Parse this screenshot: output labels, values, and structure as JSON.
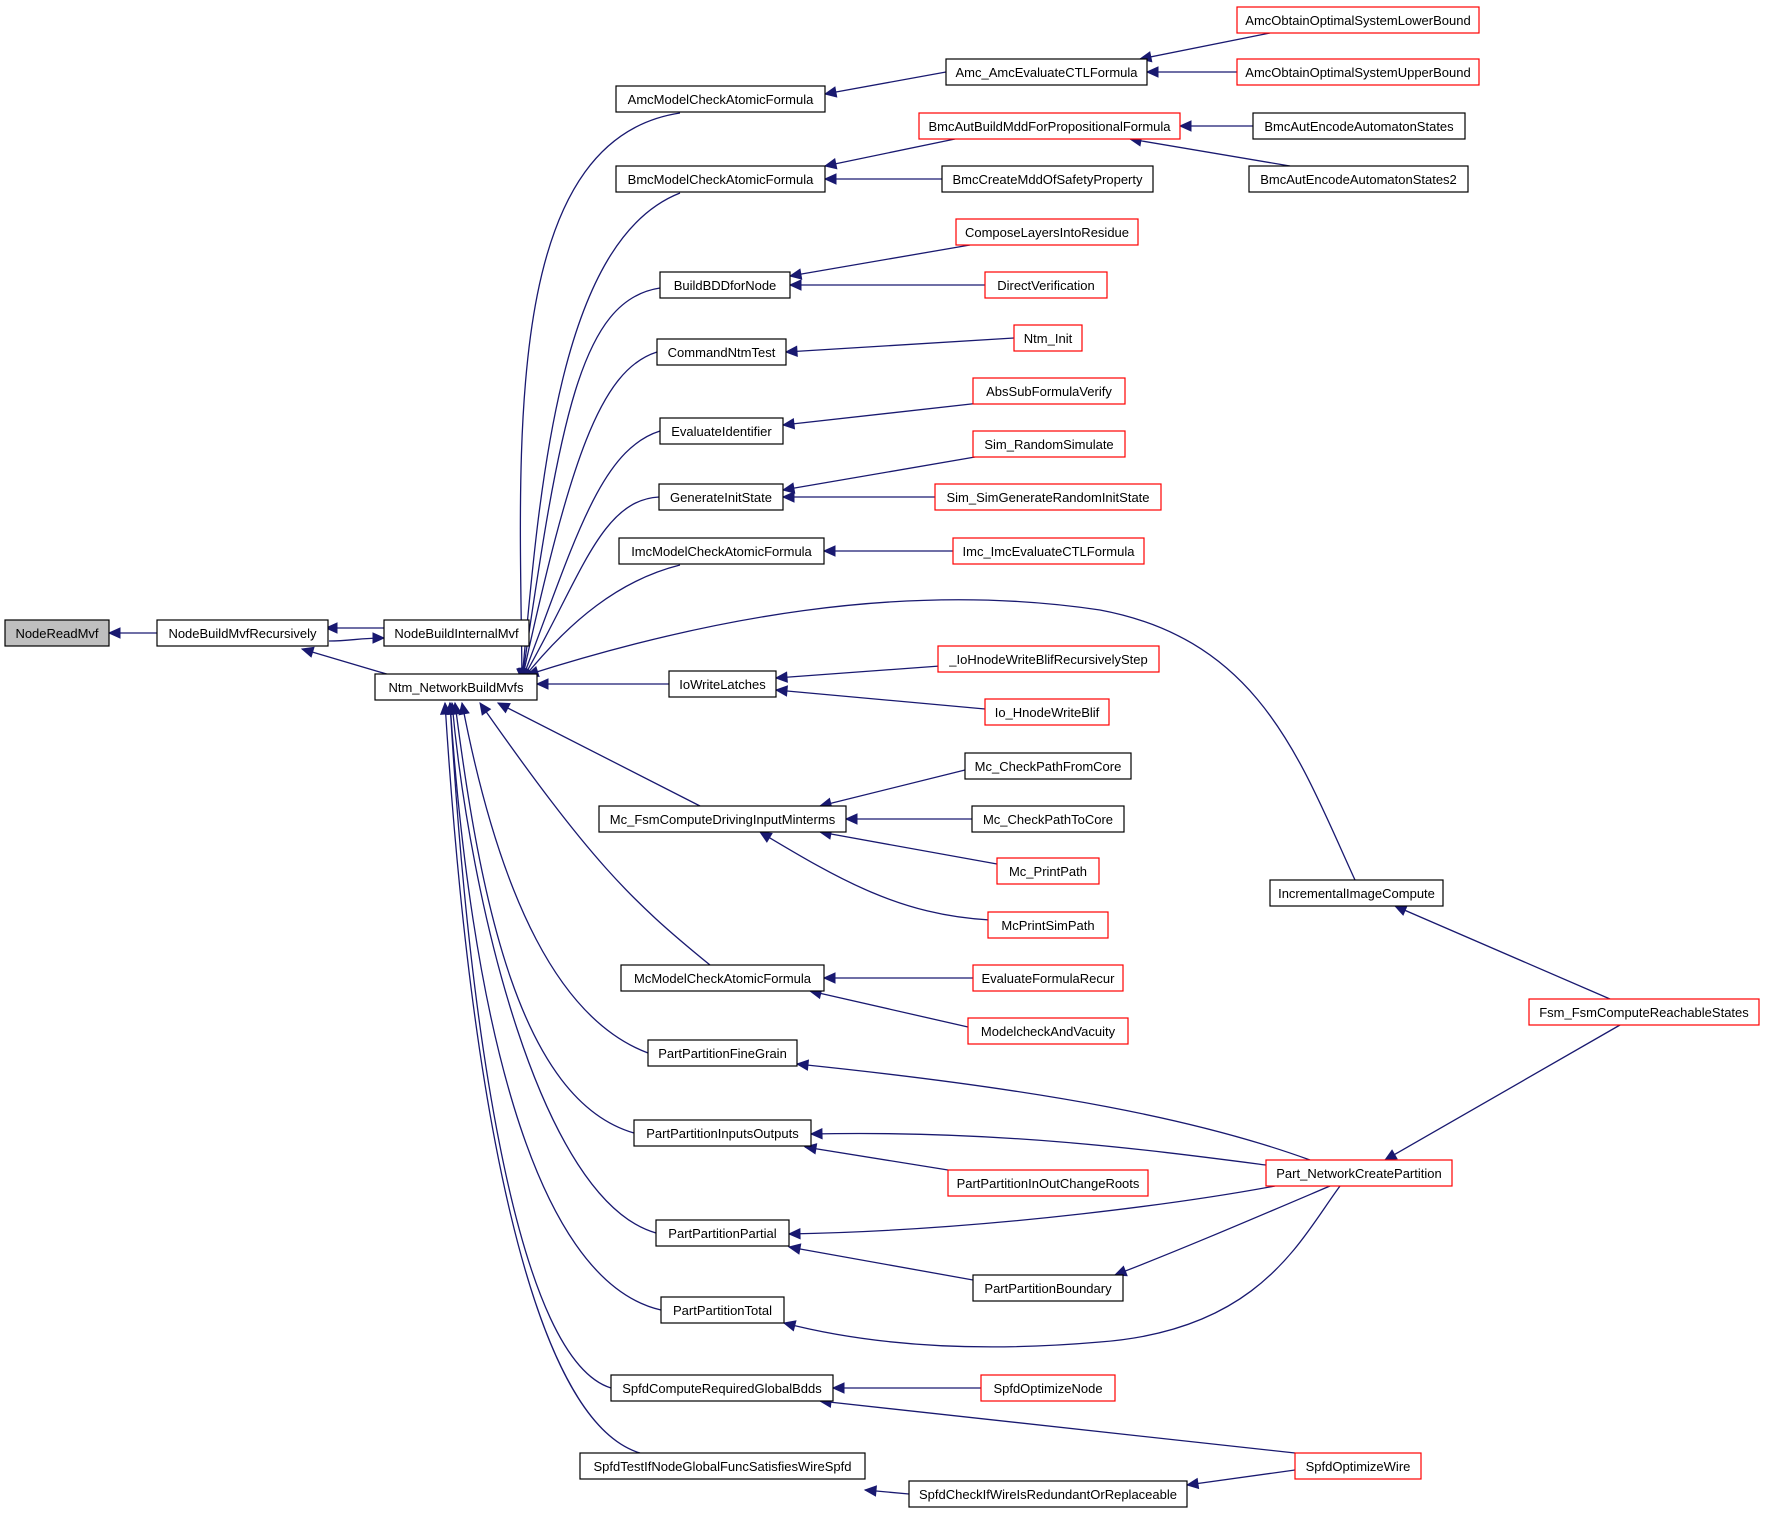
{
  "diagram": {
    "colors": {
      "edge": "#191970",
      "normal_border": "#000000",
      "truncated_border": "#ff0000",
      "root_fill": "#bfbfbf"
    },
    "nodes": [
      {
        "id": "n0",
        "label": "NodeReadMvf",
        "style": "root"
      },
      {
        "id": "n1",
        "label": "NodeBuildMvfRecursively",
        "style": "normal"
      },
      {
        "id": "n2",
        "label": "NodeBuildInternalMvf",
        "style": "normal"
      },
      {
        "id": "n3",
        "label": "Ntm_NetworkBuildMvfs",
        "style": "normal"
      },
      {
        "id": "n4",
        "label": "AmcModelCheckAtomicFormula",
        "style": "normal"
      },
      {
        "id": "n5",
        "label": "Amc_AmcEvaluateCTLFormula",
        "style": "normal"
      },
      {
        "id": "n6",
        "label": "AmcObtainOptimalSystemLowerBound",
        "style": "truncated"
      },
      {
        "id": "n7",
        "label": "AmcObtainOptimalSystemUpperBound",
        "style": "truncated"
      },
      {
        "id": "n8",
        "label": "BmcModelCheckAtomicFormula",
        "style": "normal"
      },
      {
        "id": "n9",
        "label": "BmcAutBuildMddForPropositionalFormula",
        "style": "truncated"
      },
      {
        "id": "n10",
        "label": "BmcAutEncodeAutomatonStates",
        "style": "normal"
      },
      {
        "id": "n11",
        "label": "BmcAutEncodeAutomatonStates2",
        "style": "normal"
      },
      {
        "id": "n12",
        "label": "BmcCreateMddOfSafetyProperty",
        "style": "normal"
      },
      {
        "id": "n13",
        "label": "BuildBDDforNode",
        "style": "normal"
      },
      {
        "id": "n14",
        "label": "ComposeLayersIntoResidue",
        "style": "truncated"
      },
      {
        "id": "n15",
        "label": "DirectVerification",
        "style": "truncated"
      },
      {
        "id": "n16",
        "label": "CommandNtmTest",
        "style": "normal"
      },
      {
        "id": "n17",
        "label": "Ntm_Init",
        "style": "truncated"
      },
      {
        "id": "n18",
        "label": "EvaluateIdentifier",
        "style": "normal"
      },
      {
        "id": "n19",
        "label": "AbsSubFormulaVerify",
        "style": "truncated"
      },
      {
        "id": "n20",
        "label": "GenerateInitState",
        "style": "normal"
      },
      {
        "id": "n21",
        "label": "Sim_RandomSimulate",
        "style": "truncated"
      },
      {
        "id": "n22",
        "label": "Sim_SimGenerateRandomInitState",
        "style": "truncated"
      },
      {
        "id": "n23",
        "label": "ImcModelCheckAtomicFormula",
        "style": "normal"
      },
      {
        "id": "n24",
        "label": "Imc_ImcEvaluateCTLFormula",
        "style": "truncated"
      },
      {
        "id": "n25",
        "label": "IncrementalImageCompute",
        "style": "normal"
      },
      {
        "id": "n26",
        "label": "Fsm_FsmComputeReachableStates",
        "style": "truncated"
      },
      {
        "id": "n27",
        "label": "IoWriteLatches",
        "style": "normal"
      },
      {
        "id": "n28",
        "label": "_IoHnodeWriteBlifRecursivelyStep",
        "style": "truncated"
      },
      {
        "id": "n29",
        "label": "Io_HnodeWriteBlif",
        "style": "truncated"
      },
      {
        "id": "n30",
        "label": "Mc_FsmComputeDrivingInputMinterms",
        "style": "normal"
      },
      {
        "id": "n31",
        "label": "Mc_CheckPathFromCore",
        "style": "normal"
      },
      {
        "id": "n32",
        "label": "Mc_CheckPathToCore",
        "style": "normal"
      },
      {
        "id": "n33",
        "label": "Mc_PrintPath",
        "style": "truncated"
      },
      {
        "id": "n34",
        "label": "McPrintSimPath",
        "style": "truncated"
      },
      {
        "id": "n35",
        "label": "McModelCheckAtomicFormula",
        "style": "normal"
      },
      {
        "id": "n36",
        "label": "EvaluateFormulaRecur",
        "style": "truncated"
      },
      {
        "id": "n37",
        "label": "ModelcheckAndVacuity",
        "style": "truncated"
      },
      {
        "id": "n38",
        "label": "PartPartitionFineGrain",
        "style": "normal"
      },
      {
        "id": "n39",
        "label": "Part_NetworkCreatePartition",
        "style": "truncated"
      },
      {
        "id": "n40",
        "label": "PartPartitionInputsOutputs",
        "style": "normal"
      },
      {
        "id": "n41",
        "label": "PartPartitionInOutChangeRoots",
        "style": "truncated"
      },
      {
        "id": "n42",
        "label": "PartPartitionPartial",
        "style": "normal"
      },
      {
        "id": "n43",
        "label": "PartPartitionBoundary",
        "style": "normal"
      },
      {
        "id": "n44",
        "label": "PartPartitionTotal",
        "style": "normal"
      },
      {
        "id": "n45",
        "label": "SpfdComputeRequiredGlobalBdds",
        "style": "normal"
      },
      {
        "id": "n46",
        "label": "SpfdOptimizeNode",
        "style": "truncated"
      },
      {
        "id": "n47",
        "label": "SpfdOptimizeWire",
        "style": "truncated"
      },
      {
        "id": "n48",
        "label": "SpfdTestIfNodeGlobalFuncSatisfiesWireSpfd",
        "style": "normal"
      },
      {
        "id": "n49",
        "label": "SpfdCheckIfWireIsRedundantOrReplaceable",
        "style": "normal"
      }
    ],
    "edges": [
      {
        "from": "n1",
        "to": "n0"
      },
      {
        "from": "n2",
        "to": "n1"
      },
      {
        "from": "n1",
        "to": "n2"
      },
      {
        "from": "n3",
        "to": "n1"
      },
      {
        "from": "n4",
        "to": "n3"
      },
      {
        "from": "n5",
        "to": "n4"
      },
      {
        "from": "n6",
        "to": "n5"
      },
      {
        "from": "n7",
        "to": "n5"
      },
      {
        "from": "n8",
        "to": "n3"
      },
      {
        "from": "n9",
        "to": "n8"
      },
      {
        "from": "n10",
        "to": "n9"
      },
      {
        "from": "n11",
        "to": "n9"
      },
      {
        "from": "n12",
        "to": "n8"
      },
      {
        "from": "n13",
        "to": "n3"
      },
      {
        "from": "n14",
        "to": "n13"
      },
      {
        "from": "n15",
        "to": "n13"
      },
      {
        "from": "n16",
        "to": "n3"
      },
      {
        "from": "n17",
        "to": "n16"
      },
      {
        "from": "n18",
        "to": "n3"
      },
      {
        "from": "n19",
        "to": "n18"
      },
      {
        "from": "n20",
        "to": "n3"
      },
      {
        "from": "n21",
        "to": "n20"
      },
      {
        "from": "n22",
        "to": "n20"
      },
      {
        "from": "n23",
        "to": "n3"
      },
      {
        "from": "n24",
        "to": "n23"
      },
      {
        "from": "n25",
        "to": "n3"
      },
      {
        "from": "n26",
        "to": "n25"
      },
      {
        "from": "n27",
        "to": "n3"
      },
      {
        "from": "n28",
        "to": "n27"
      },
      {
        "from": "n29",
        "to": "n27"
      },
      {
        "from": "n30",
        "to": "n3"
      },
      {
        "from": "n31",
        "to": "n30"
      },
      {
        "from": "n32",
        "to": "n30"
      },
      {
        "from": "n33",
        "to": "n30"
      },
      {
        "from": "n34",
        "to": "n30"
      },
      {
        "from": "n35",
        "to": "n3"
      },
      {
        "from": "n36",
        "to": "n35"
      },
      {
        "from": "n37",
        "to": "n35"
      },
      {
        "from": "n38",
        "to": "n3"
      },
      {
        "from": "n39",
        "to": "n38"
      },
      {
        "from": "n40",
        "to": "n3"
      },
      {
        "from": "n39",
        "to": "n40"
      },
      {
        "from": "n41",
        "to": "n40"
      },
      {
        "from": "n42",
        "to": "n3"
      },
      {
        "from": "n39",
        "to": "n42"
      },
      {
        "from": "n43",
        "to": "n42"
      },
      {
        "from": "n39",
        "to": "n43"
      },
      {
        "from": "n44",
        "to": "n3"
      },
      {
        "from": "n39",
        "to": "n44"
      },
      {
        "from": "n26",
        "to": "n39"
      },
      {
        "from": "n45",
        "to": "n3"
      },
      {
        "from": "n46",
        "to": "n45"
      },
      {
        "from": "n47",
        "to": "n45"
      },
      {
        "from": "n48",
        "to": "n3"
      },
      {
        "from": "n49",
        "to": "n48"
      },
      {
        "from": "n47",
        "to": "n49"
      }
    ]
  }
}
